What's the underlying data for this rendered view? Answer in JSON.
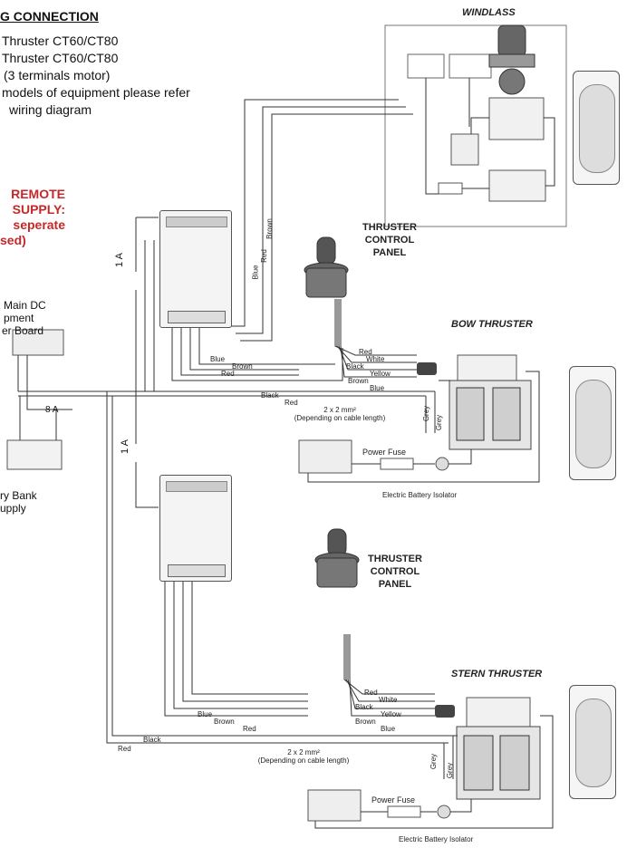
{
  "header": {
    "title": "G CONNECTION",
    "lines": [
      "Thruster CT60/CT80",
      "Thruster CT60/CT80",
      "(3 terminals motor)",
      "models of equipment please refer",
      "wiring diagram"
    ]
  },
  "warning": {
    "lines": [
      "REMOTE",
      "SUPPLY:",
      "seperate",
      "sed)"
    ]
  },
  "sources": {
    "panel": [
      "Main DC",
      "pment",
      "er Board"
    ],
    "battery": [
      "ry Bank",
      "upply"
    ]
  },
  "fuses": {
    "main": "8 A",
    "upper_remote": "1 A",
    "lower_remote": "1 A"
  },
  "windlass": {
    "title": "WINDLASS"
  },
  "control_panels": {
    "upper": [
      "THRUSTER",
      "CONTROL",
      "PANEL"
    ],
    "lower": [
      "THRUSTER",
      "CONTROL",
      "PANEL"
    ]
  },
  "thrusters": {
    "bow": "BOW THRUSTER",
    "stern": "STERN THRUSTER"
  },
  "wires": {
    "upper_receiver": [
      "Blue",
      "Red",
      "Brown"
    ],
    "upper_cluster": [
      "Red",
      "White",
      "Black",
      "Yellow",
      "Brown",
      "Blue"
    ],
    "upper_run": [
      "Blue",
      "Brown",
      "Red",
      "Black",
      "Red"
    ],
    "upper_motor": [
      "Grey",
      "Grey"
    ],
    "lower_cluster": [
      "Red",
      "White",
      "Black",
      "Yellow",
      "Brown",
      "Blue"
    ],
    "lower_run": [
      "Blue",
      "Brown",
      "Red",
      "Black",
      "Red"
    ],
    "lower_motor": [
      "Grey",
      "Grey"
    ]
  },
  "cable": {
    "upper": [
      "2 x 2 mm²",
      "(Depending on cable length)"
    ],
    "lower": [
      "2 x 2 mm²",
      "(Depending on cable length)"
    ]
  },
  "battery_circuit": {
    "upper_fuse": "Power Fuse",
    "upper_isolator": "Electric Battery Isolator",
    "lower_fuse": "Power Fuse",
    "lower_isolator": "Electric Battery Isolator"
  },
  "colors": {
    "warning_red": "#c62828",
    "line": "#333333"
  }
}
